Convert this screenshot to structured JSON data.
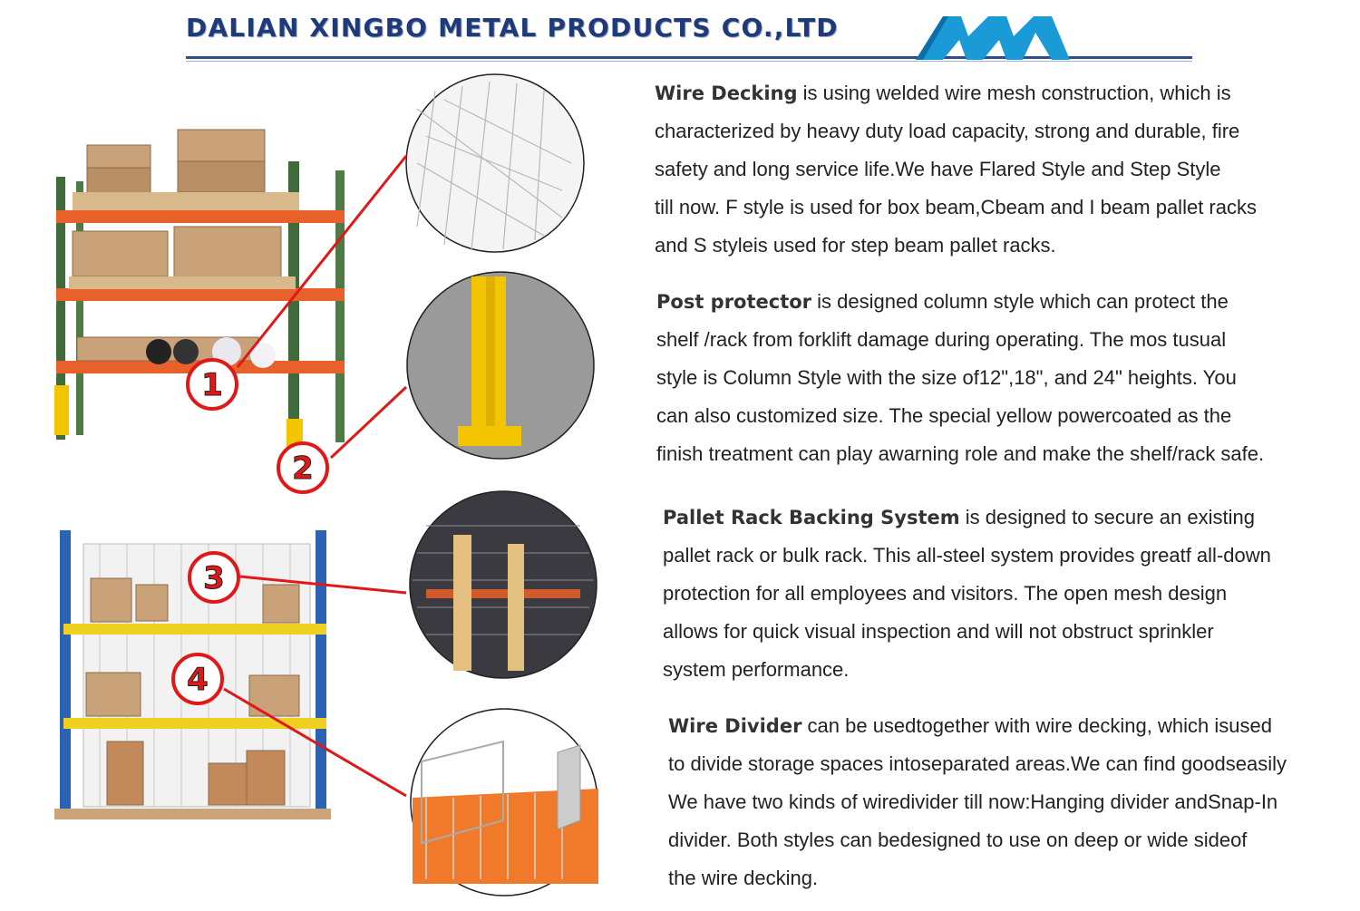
{
  "header": {
    "company": "DALIAN XINGBO METAL PRODUCTS CO.,LTD",
    "logo_color": "#1a9ad6",
    "rule_color": "#2e4c8f"
  },
  "callouts": [
    "1",
    "2",
    "3",
    "4"
  ],
  "sections": [
    {
      "title": "Wire Decking",
      "lines": [
        " is using welded wire mesh construction, which is",
        "characterized by heavy duty load capacity, strong and durable, fire",
        "safety and long service life.We have Flared Style and Step Style",
        "till now. F style is used for box beam,Cbeam and I beam pallet racks",
        "and S styleis used for step beam pallet racks."
      ]
    },
    {
      "title": "Post protector",
      "lines": [
        " is designed column style which can protect the",
        "shelf /rack from forklift damage during operating. The mos tusual",
        "style is Column Style with the size of12\",18\", and 24\" heights. You",
        "can also customized size. The special yellow powercoated as the",
        "finish treatment can play awarning role and make the shelf/rack safe."
      ]
    },
    {
      "title": "Pallet Rack Backing System",
      "lines": [
        " is designed to secure an existing",
        "pallet rack or bulk rack. This all-steel system provides greatf all-down",
        "protection for all employees and visitors. The open mesh design",
        "allows for quick visual inspection and will not obstruct sprinkler",
        "system performance."
      ]
    },
    {
      "title": "Wire Divider",
      "lines": [
        " can be usedtogether with wire decking, which isused",
        "to divide storage spaces intoseparated areas.We can find goodseasily",
        "We have two kinds of wiredivider till now:Hanging divider andSnap-In",
        "divider. Both styles can bedesigned to use on deep or wide sideof",
        "the wire decking."
      ]
    }
  ]
}
